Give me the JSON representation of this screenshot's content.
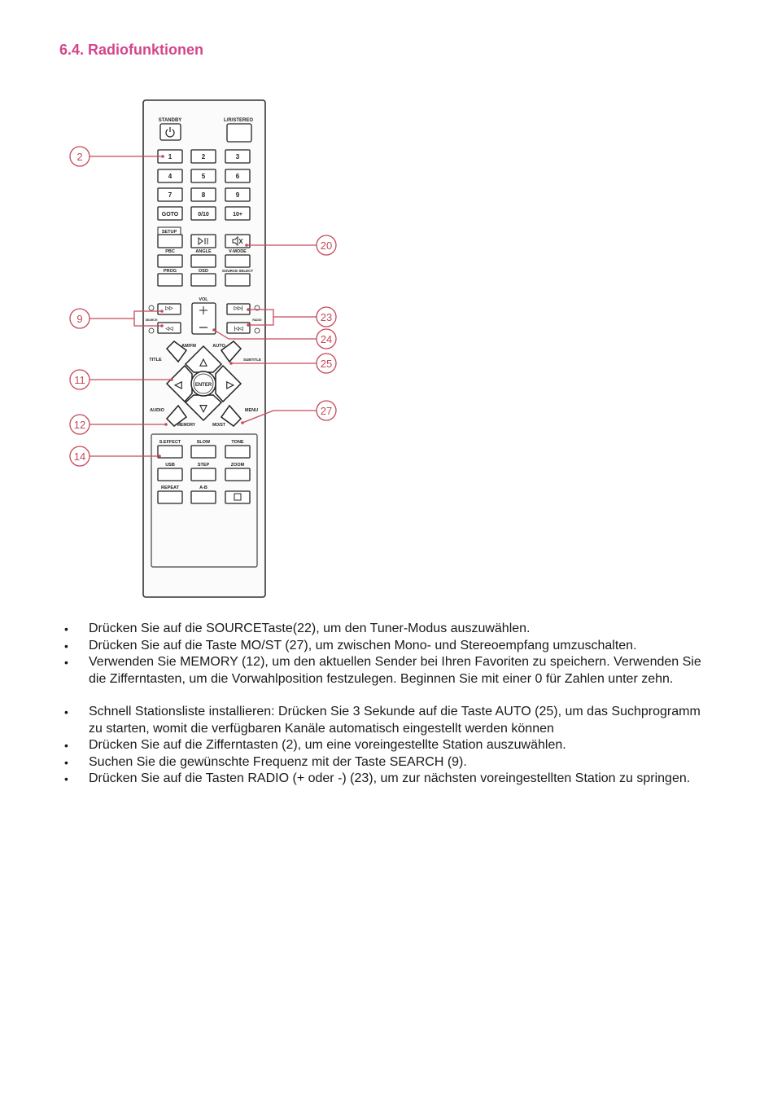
{
  "section_title": "6.4. Radiofunktionen",
  "remote": {
    "buttons": {
      "standby": "STANDBY",
      "lr_stereo": "L/R/STEREO",
      "digits": [
        "1",
        "2",
        "3",
        "4",
        "5",
        "6",
        "7",
        "8",
        "9"
      ],
      "goto": "GOTO",
      "zero_ten": "0/10",
      "ten_plus": "10+",
      "setup": "SETUP",
      "pbc": "PBC",
      "angle": "ANGLE",
      "vmode": "V-MODE",
      "prog": "PROG",
      "osd": "OSD",
      "source_select": "SOURCE SELECT",
      "vol": "VOL",
      "search": "SEARCH",
      "radio": "RADIO",
      "title": "TITLE",
      "amfm": "AM/FM",
      "auto": "AUTO",
      "subtitle": "SUBTITLE",
      "enter": "ENTER",
      "audio": "AUDIO",
      "memory": "MEMORY",
      "most": "MO/ST",
      "menu": "MENU",
      "seffect": "S.EFFECT",
      "slow": "SLOW",
      "tone": "TONE",
      "usb": "USB",
      "step": "STEP",
      "zoom": "ZOOM",
      "repeat": "REPEAT",
      "ab": "A-B"
    },
    "callouts": [
      "2",
      "20",
      "9",
      "23",
      "24",
      "25",
      "11",
      "12",
      "27",
      "14"
    ]
  },
  "bullets": [
    "Drücken Sie auf die SOURCETaste(22), um den Tuner-Modus auszuwählen.",
    "Drücken Sie auf die Taste MO/ST (27), um zwischen Mono- und Stereoempfang umzuschalten.",
    "Verwenden Sie MEMORY (12), um den aktuellen Sender bei Ihren Favoriten zu speichern. Verwenden Sie die Zifferntasten, um die Vorwahlposition festzulegen. Beginnen Sie mit einer 0 für Zahlen unter zehn.",
    "Schnell Stationsliste installieren: Drücken Sie 3 Sekunde auf die Taste AUTO (25), um das Suchprogramm zu starten, womit die verfügbaren Kanäle automatisch eingestellt werden können",
    "Drücken Sie auf die Zifferntasten (2), um eine voreingestellte Station auszuwählen.",
    "Suchen Sie die gewünschte Frequenz mit der Taste SEARCH (9).",
    "Drücken Sie auf die Tasten RADIO (+ oder -) (23), um zur nächsten voreingestellten Station zu springen."
  ],
  "colors": {
    "heading": "#d4458c",
    "callout": "#c44a5c"
  }
}
